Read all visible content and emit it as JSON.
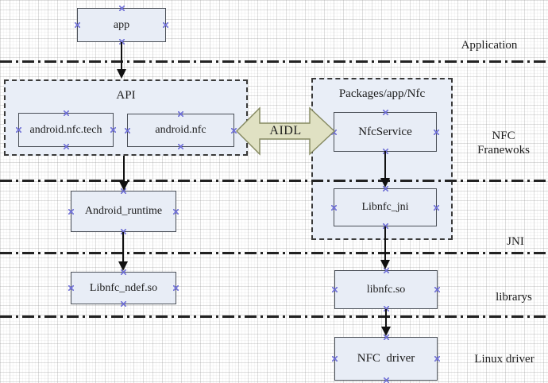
{
  "nodes": {
    "app": {
      "label": "app"
    },
    "android_nfc_tech": {
      "label": "android.nfc.tech"
    },
    "android_nfc": {
      "label": "android.nfc"
    },
    "nfc_service": {
      "label": "NfcService"
    },
    "android_runtime": {
      "label": "Android_runtime"
    },
    "libnfc_jni": {
      "label": "Libnfc_jni"
    },
    "libnfc_ndef_so": {
      "label": "Libnfc_ndef.so"
    },
    "libnfc_so": {
      "label": "libnfc.so"
    },
    "nfc_driver": {
      "label": "NFC  driver"
    }
  },
  "containers": {
    "api": {
      "title": "API"
    },
    "packages_app_nfc": {
      "title": "Packages/app/Nfc"
    }
  },
  "connectors": {
    "aidl": {
      "label": "AIDL"
    }
  },
  "layer_labels": {
    "application": "Application",
    "nfc_frameworks": "NFC\nFranewoks",
    "jni": "JNI",
    "librarys": "librarys",
    "linux_driver": "Linux driver"
  },
  "colors": {
    "node_fill": "#e8edf6",
    "node_border": "#4a4f57",
    "container_fill": "#e9eef7",
    "aidl_fill": "#e0e1c3",
    "aidl_border": "#84885f",
    "divider": "#222222",
    "connection_marker": "#6c6cd6",
    "grid_line": "#c8c8c8"
  }
}
